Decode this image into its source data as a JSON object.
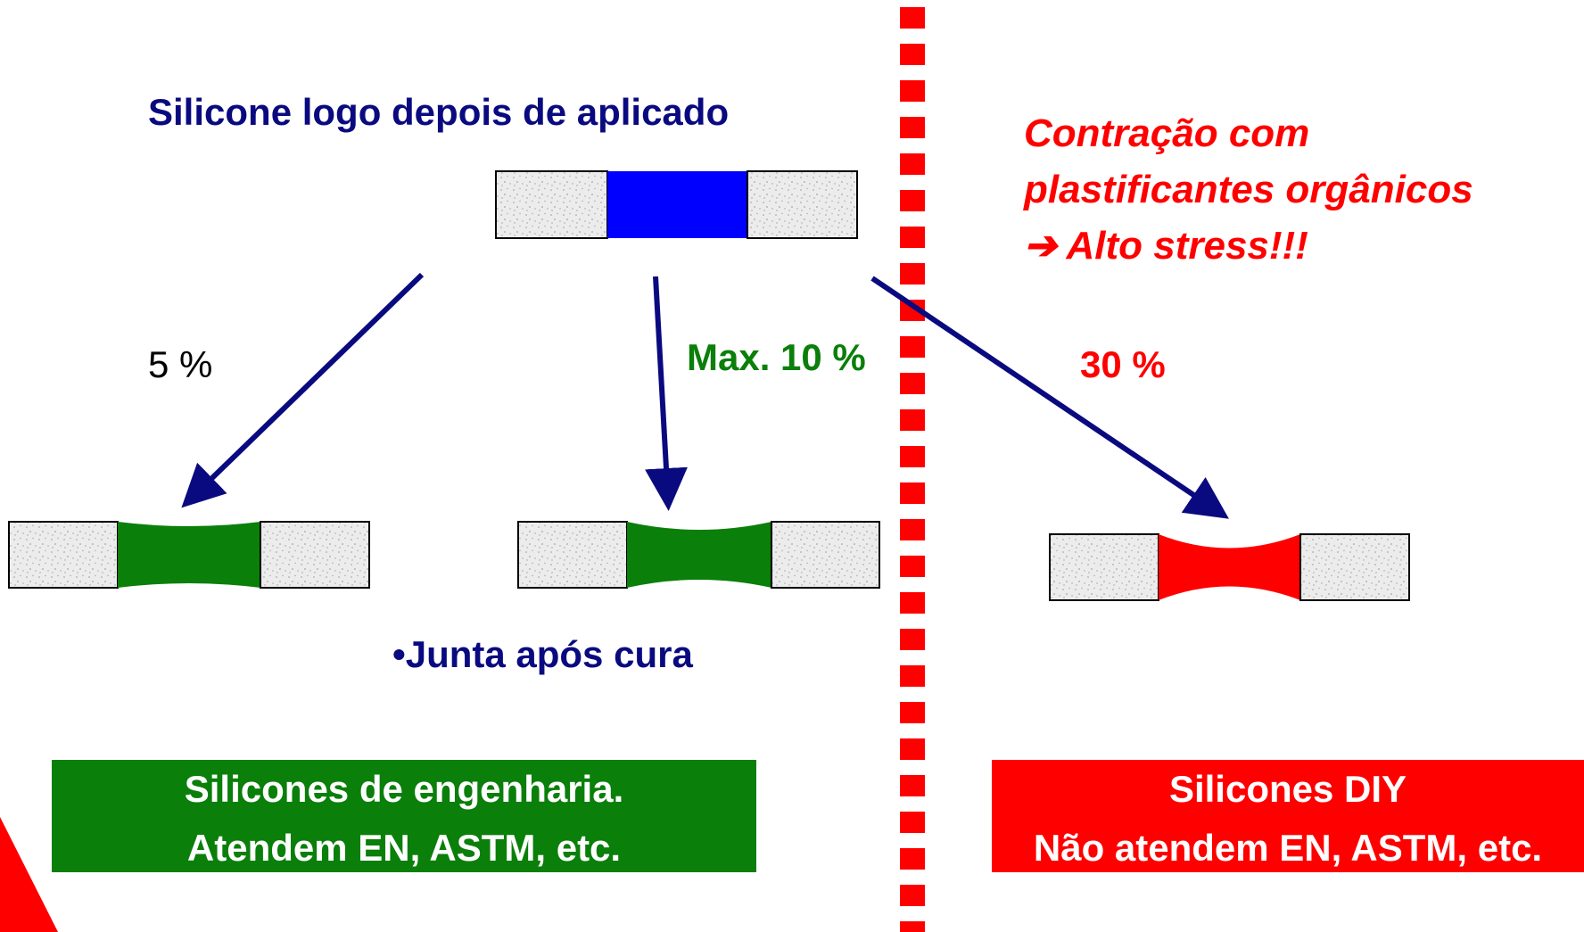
{
  "top_label": "Silicone logo depois de aplicado",
  "percent_left": "5 %",
  "percent_mid": "Max. 10 %",
  "percent_right": "30 %",
  "cured_label": "•Junta após cura",
  "right_note": {
    "line1": "Contração com",
    "line2": "plastificantes orgânicos",
    "line3_arrow": "➔",
    "line3": "Alto stress!!!"
  },
  "box_engineering": {
    "line1": "Silicones de engenharia.",
    "line2": "Atendem  EN, ASTM, etc."
  },
  "box_diy": {
    "line1": "Silicones DIY",
    "line2": "Não atendem EN, ASTM, etc."
  },
  "colors": {
    "navy": "#0a0a80",
    "blue_sealant": "#0000ff",
    "green": "#0a7f0a",
    "red": "#ff0000",
    "substrate": "#eeeeee"
  }
}
